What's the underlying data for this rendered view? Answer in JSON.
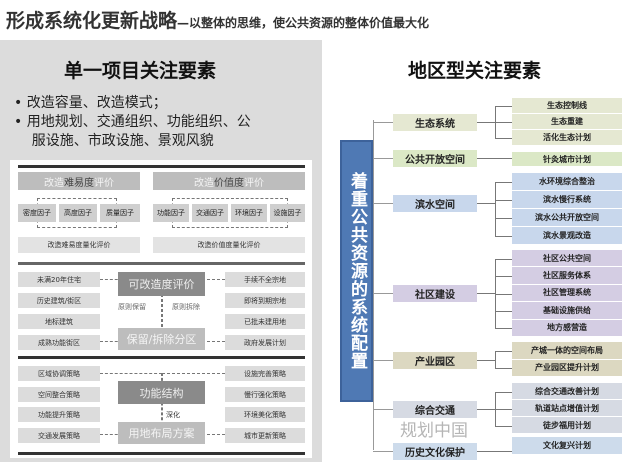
{
  "title": {
    "main": "形成系统化更新战略",
    "sub": "—以整体的思维，使公共资源的整体价值最大化"
  },
  "left": {
    "heading": "单一项目关注要素",
    "bullets": [
      "•  改造容量、改造模式；",
      "•  用地规划、交通组织、功能组织、公",
      "    服设施、市政设施、景观风貌"
    ],
    "difficulty": {
      "head_pre": "改造",
      "head_key": "难易度",
      "head_post": "评价",
      "factors": [
        "密度因子",
        "高度因子",
        "质量因子"
      ],
      "result": "改造难易度量化评价"
    },
    "value": {
      "head_pre": "改造",
      "head_key": "价值度",
      "head_post": "评价",
      "factors": [
        "功能因子",
        "交通因子",
        "环境因子",
        "设施因子"
      ],
      "result": "改造价值度量化评价"
    },
    "mid": {
      "left": [
        "未满20年住宅",
        "历史建筑/街区",
        "地标建筑",
        "成熟功能街区"
      ],
      "right": [
        "手续不全宗地",
        "即将到期宗地",
        "已批未建用地",
        "政府发展计划"
      ],
      "center_top": "可改造度评价",
      "label_left": "原则保留",
      "label_right": "原则拆除",
      "center_bottom": "保留/拆除分区"
    },
    "bottom": {
      "left": [
        "区域协调策略",
        "空间整合策略",
        "功能提升策略",
        "交通发展策略"
      ],
      "right": [
        "设施完善策略",
        "慢行强化策略",
        "环境美化策略",
        "城市更新策略"
      ],
      "center_top": "功能结构",
      "label": "深化",
      "center_bottom": "用地布局方案"
    }
  },
  "right": {
    "heading": "地区型关注要素",
    "vertical": "着重公共资源的系统配置",
    "categories": [
      {
        "name": "生态系统",
        "items": [
          "生态控制线",
          "生态重建",
          "活化生态计划"
        ]
      },
      {
        "name": "公共开放空间",
        "items": [
          "针灸城市计划"
        ]
      },
      {
        "name": "滨水空间",
        "items": [
          "水环境综合整治",
          "滨水慢行系统",
          "滨水公共开放空间",
          "滨水景观改造"
        ]
      },
      {
        "name": "社区建设",
        "items": [
          "社区公共空间",
          "社区服务体系",
          "社区管理系统",
          "基础设施供给",
          "地方感营造"
        ]
      },
      {
        "name": "产业园区",
        "items": [
          "产城一体的空间布局",
          "产业园区提升计划"
        ]
      },
      {
        "name": "综合交通",
        "items": [
          "综合交通改善计划",
          "轨道站点增值计划",
          "徒步福用计划"
        ]
      },
      {
        "name": "历史文化保护",
        "items": [
          "文化复兴计划"
        ]
      }
    ],
    "watermark": "规划中国"
  }
}
